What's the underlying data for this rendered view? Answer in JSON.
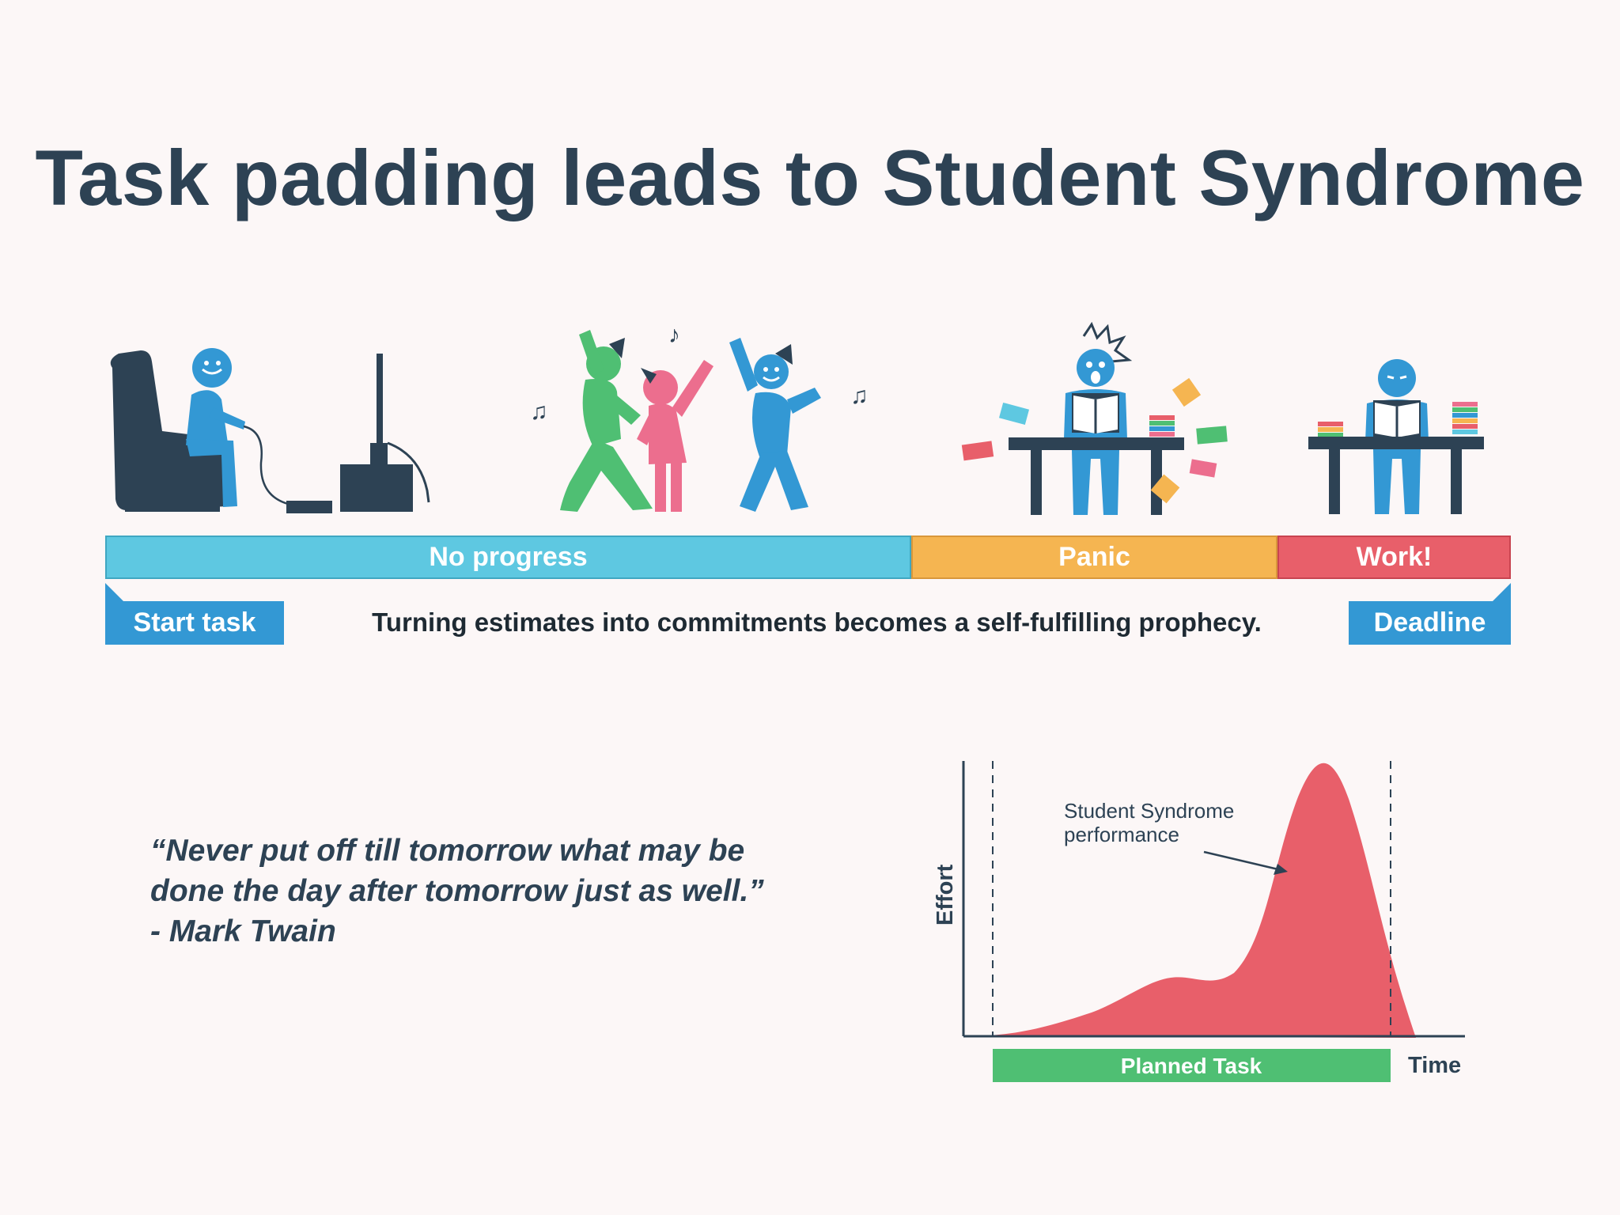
{
  "title": "Task padding leads to Student Syndrome",
  "timeline": {
    "phases": [
      "No progress",
      "Panic",
      "Work!"
    ],
    "start_label": "Start task",
    "deadline_label": "Deadline",
    "caption": "Turning estimates into commitments becomes a self-fulfilling prophecy."
  },
  "quote": {
    "line1": "“Never put off till tomorrow what may be",
    "line2": "done the day after tomorrow just as well.”",
    "author": "- Mark Twain"
  },
  "graph": {
    "y_label": "Effort",
    "x_label": "Time",
    "curve_label_line1": "Student Syndrome",
    "curve_label_line2": "performance",
    "planned_label": "Planned Task"
  },
  "colors": {
    "navy": "#2d4254",
    "cyan": "#5ec8e1",
    "orange": "#f5b551",
    "red": "#e85f6a",
    "blue": "#3398d4",
    "green": "#4fbf73",
    "pink": "#ec6e8e"
  }
}
